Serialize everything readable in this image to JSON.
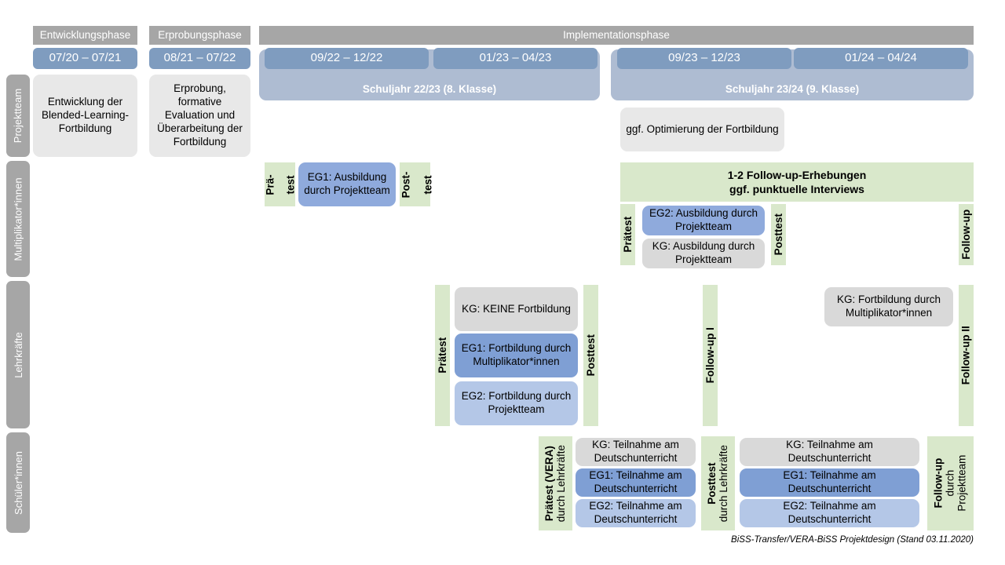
{
  "diagram": {
    "footer": "BiSS-Transfer/VERA-BiSS Projektdesign (Stand 03.11.2020)",
    "colors": {
      "phase_header": "#a6a6a6",
      "date_chip": "#7f9cbf",
      "schuljahr": "#aebcd2",
      "green": "#d9e8cb",
      "grey_box": "#e8e8e8",
      "blue_light": "#b4c7e7",
      "blue_dark": "#8faadc"
    }
  },
  "phases": [
    {
      "label": "Entwicklungsphase"
    },
    {
      "label": "Erprobungsphase"
    },
    {
      "label": "Implementationsphase"
    }
  ],
  "periods": [
    {
      "label": "07/20 – 07/21"
    },
    {
      "label": "08/21 – 07/22"
    },
    {
      "label": "09/22 – 12/22"
    },
    {
      "label": "01/23 – 04/23"
    },
    {
      "label": "09/23 – 12/23"
    },
    {
      "label": "01/24 – 04/24"
    }
  ],
  "school_years": [
    {
      "label": "Schuljahr 22/23 (8. Klasse)"
    },
    {
      "label": "Schuljahr 23/24 (9. Klasse)"
    }
  ],
  "rows": [
    {
      "label": "Projektteam"
    },
    {
      "label": "Multiplikator*innen"
    },
    {
      "label": "Lehrkräfte"
    },
    {
      "label": "Schüler*innen"
    }
  ],
  "projektteam": {
    "entwicklung": "Entwicklung der Blended-Learning-Fortbildung",
    "erprobung": "Erprobung, formative Evaluation und Überarbeitung der Fortbildung",
    "optimierung": "ggf. Optimierung der Fortbildung"
  },
  "multiplikator": {
    "praetest_l1": "Prä-",
    "praetest_l2": "test",
    "posttest_l1": "Post-",
    "posttest_l2": "test",
    "eg1_box": "EG1: Ausbildung durch Projektteam",
    "followup_banner_l1": "1-2 Follow-up-Erhebungen",
    "followup_banner_l2": "ggf. punktuelle Interviews",
    "praetest2": "Prätest",
    "posttest2": "Posttest",
    "followup": "Follow-up",
    "eg2_box": "EG2:  Ausbildung durch Projektteam",
    "kg_box": "KG: Ausbildung durch Projektteam"
  },
  "lehrkraefte": {
    "praetest": "Prätest",
    "posttest": "Posttest",
    "followup_1": "Follow-up I",
    "followup_2": "Follow-up II",
    "kg_keine": "KG:  KEINE Fortbildung",
    "eg1": "EG1: Fortbildung durch Multiplikator*innen",
    "eg2": "EG2: Fortbildung durch Projektteam",
    "kg_fortbildung": "KG: Fortbildung durch Multiplikator*innen"
  },
  "schueler": {
    "praetest_bold": "Prätest (VERA)",
    "praetest_normal": "durch Lehrkräfte",
    "posttest_bold": "Posttest",
    "posttest_normal": "durch Lehrkräfte",
    "followup_bold": "Follow-up",
    "followup_normal_1": "durch",
    "followup_normal_2": "Projektteam",
    "left": {
      "kg": "KG: Teilnahme am Deutschunterricht",
      "eg1": "EG1: Teilnahme am Deutschunterricht",
      "eg2": "EG2: Teilnahme am Deutschunterricht"
    },
    "right": {
      "kg": "KG: Teilnahme am Deutschunterricht",
      "eg1": "EG1: Teilnahme am Deutschunterricht",
      "eg2": "EG2: Teilnahme am Deutschunterricht"
    }
  }
}
